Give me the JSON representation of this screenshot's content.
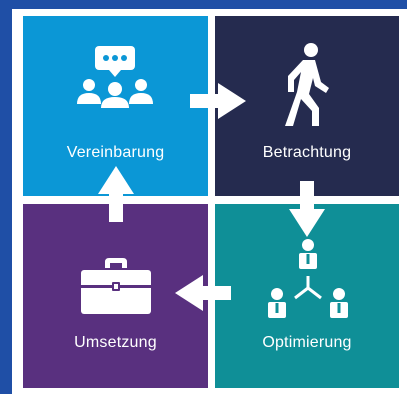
{
  "colors": {
    "background": "#1f4fa6",
    "vereinbarung": "#0b97d6",
    "betrachtung": "#252b4f",
    "umsetzung": "#59307f",
    "optimierung": "#0f8f97",
    "arrow": "#ffffff"
  },
  "tiles": [
    {
      "label": "Vereinbarung",
      "icon": "meeting-chat-icon"
    },
    {
      "label": "Betrachtung",
      "icon": "walking-person-icon"
    },
    {
      "label": "Umsetzung",
      "icon": "briefcase-icon"
    },
    {
      "label": "Optimierung",
      "icon": "team-hierarchy-icon"
    }
  ],
  "arrows": [
    "right",
    "down",
    "left",
    "up"
  ]
}
